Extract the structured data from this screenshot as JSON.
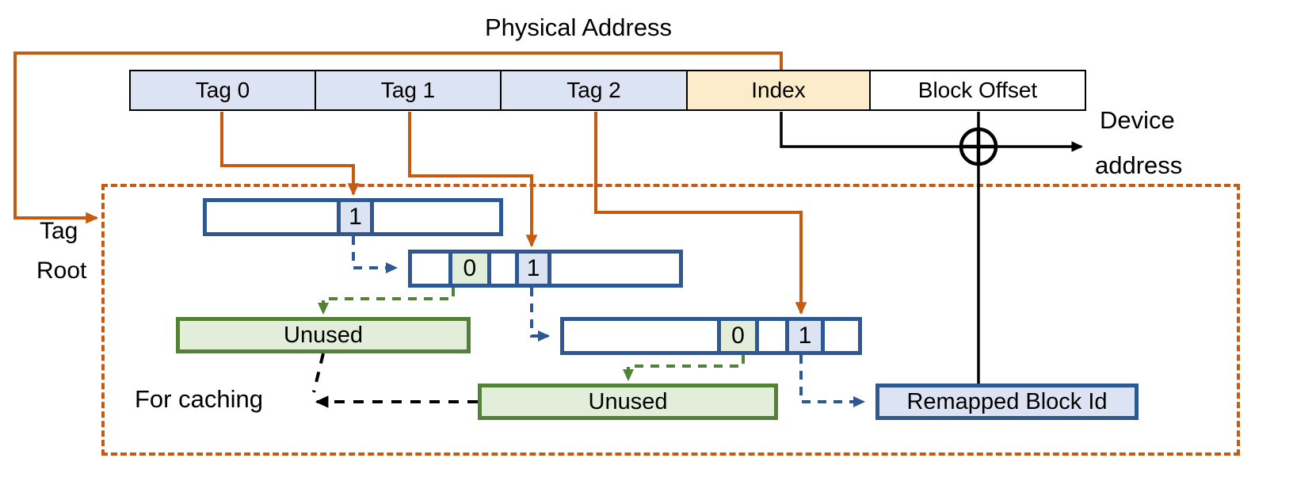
{
  "diagram": {
    "title": "Physical Address",
    "address_fields": [
      {
        "label": "Tag 0",
        "kind": "tag"
      },
      {
        "label": "Tag 1",
        "kind": "tag"
      },
      {
        "label": "Tag 2",
        "kind": "tag"
      },
      {
        "label": "Index",
        "kind": "index"
      },
      {
        "label": "Block Offset",
        "kind": "offset"
      }
    ],
    "output_label_line1": "Device",
    "output_label_line2": "address",
    "xor_symbol": "⊕",
    "tag_root_line1": "Tag",
    "tag_root_line2": "Root",
    "for_caching": "For caching",
    "tag_nodes": [
      {
        "name": "node-level-0",
        "bits": [
          "",
          "1",
          ""
        ]
      },
      {
        "name": "node-level-1",
        "bits": [
          "",
          "0",
          "",
          "1",
          ""
        ]
      },
      {
        "name": "node-level-2",
        "bits": [
          "",
          "0",
          "",
          "1",
          ""
        ]
      }
    ],
    "unused_boxes": [
      {
        "label": "Unused"
      },
      {
        "label": "Unused"
      }
    ],
    "remapped_label": "Remapped Block Id",
    "colors": {
      "tag_fill": "#dce3f2",
      "index_fill": "#fcecc9",
      "offset_fill": "#ffffff",
      "node_border": "#2e5894",
      "bit_one_fill": "#dce3f2",
      "bit_zero_fill": "#e2eed9",
      "unused_border": "#538135",
      "unused_fill": "#e2eed9",
      "region_border": "#c55a11",
      "tag_wire": "#c55a11",
      "black_wire": "#000000"
    }
  }
}
